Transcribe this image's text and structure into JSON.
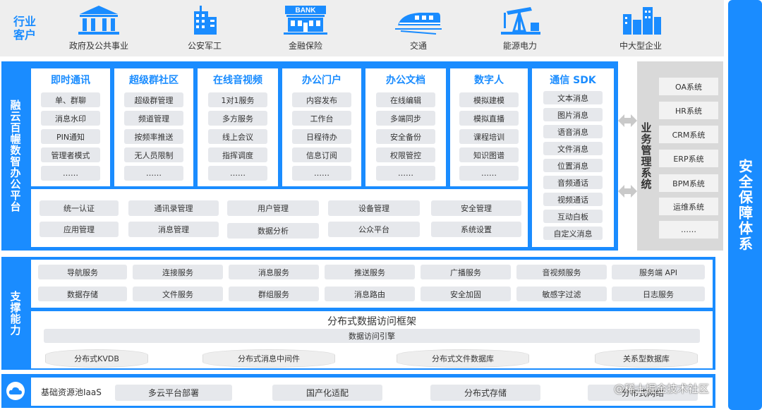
{
  "industry": {
    "label_line1": "行业",
    "label_line2": "客户",
    "items": [
      {
        "icon": "government-building-icon",
        "label": "政府及公共事业"
      },
      {
        "icon": "police-building-icon",
        "label": "公安军工"
      },
      {
        "icon": "bank-icon",
        "label": "金融保险",
        "icon_text": "BANK"
      },
      {
        "icon": "train-icon",
        "label": "交通"
      },
      {
        "icon": "oil-pump-icon",
        "label": "能源电力"
      },
      {
        "icon": "factory-icon",
        "label": "中大型企业"
      }
    ]
  },
  "platform": {
    "label": "融云百幄数智办公平台",
    "modules": [
      {
        "title": "即时通讯",
        "items": [
          "单、群聊",
          "消息水印",
          "PIN通知",
          "管理者模式",
          "……"
        ]
      },
      {
        "title": "超级群社区",
        "items": [
          "超级群管理",
          "频道管理",
          "按频率推送",
          "无人员限制",
          "……"
        ]
      },
      {
        "title": "在线音视频",
        "items": [
          "1对1服务",
          "多方服务",
          "线上会议",
          "指挥调度",
          "……"
        ]
      },
      {
        "title": "办公门户",
        "items": [
          "内容发布",
          "工作台",
          "日程待办",
          "信息订阅",
          "……"
        ]
      },
      {
        "title": "办公文档",
        "items": [
          "在线编辑",
          "多端同步",
          "安全备份",
          "权限管控",
          "……"
        ]
      },
      {
        "title": "数字人",
        "items": [
          "模拟建模",
          "模拟直播",
          "课程培训",
          "知识图谱",
          "……"
        ]
      }
    ],
    "core_row1": [
      "统一认证",
      "通讯录管理",
      "用户管理",
      "设备管理",
      "安全管理"
    ],
    "core_row2": [
      "应用管理",
      "消息管理",
      "数据分析",
      "公众平台",
      "系统设置"
    ],
    "sdk": {
      "title": "通信 SDK",
      "items": [
        "文本消息",
        "图片消息",
        "语音消息",
        "文件消息",
        "位置消息",
        "音频通话",
        "视频通话",
        "互动白板",
        "自定义消息"
      ]
    }
  },
  "business": {
    "label": "业务管理系统",
    "items": [
      "OA系统",
      "HR系统",
      "CRM系统",
      "ERP系统",
      "BPM系统",
      "运维系统",
      "……"
    ]
  },
  "security": {
    "label": "安全保障体系"
  },
  "support": {
    "label": "支撑能力",
    "row1": [
      "导航服务",
      "连接服务",
      "消息服务",
      "推送服务",
      "广播服务",
      "音视频服务",
      "服务端 API"
    ],
    "row2": [
      "数据存储",
      "文件服务",
      "群组服务",
      "消息路由",
      "安全加固",
      "敏感字过滤",
      "日志服务"
    ],
    "dist_title": "分布式数据访问框架",
    "engine": "数据访问引擎",
    "stores": [
      "分布式KVDB",
      "分布式消息中间件",
      "分布式文件数据库",
      "关系型数据库"
    ]
  },
  "iaas": {
    "icon": "cloud-icon",
    "label": "基础资源池IaaS",
    "items": [
      "多云平台部署",
      "国产化适配",
      "分布式存储",
      "分布式网络"
    ]
  },
  "watermark": "@稀土掘金技术社区",
  "colors": {
    "primary": "#1a8cff",
    "pill": "#e6e8ec",
    "panel": "#eeeeee"
  }
}
